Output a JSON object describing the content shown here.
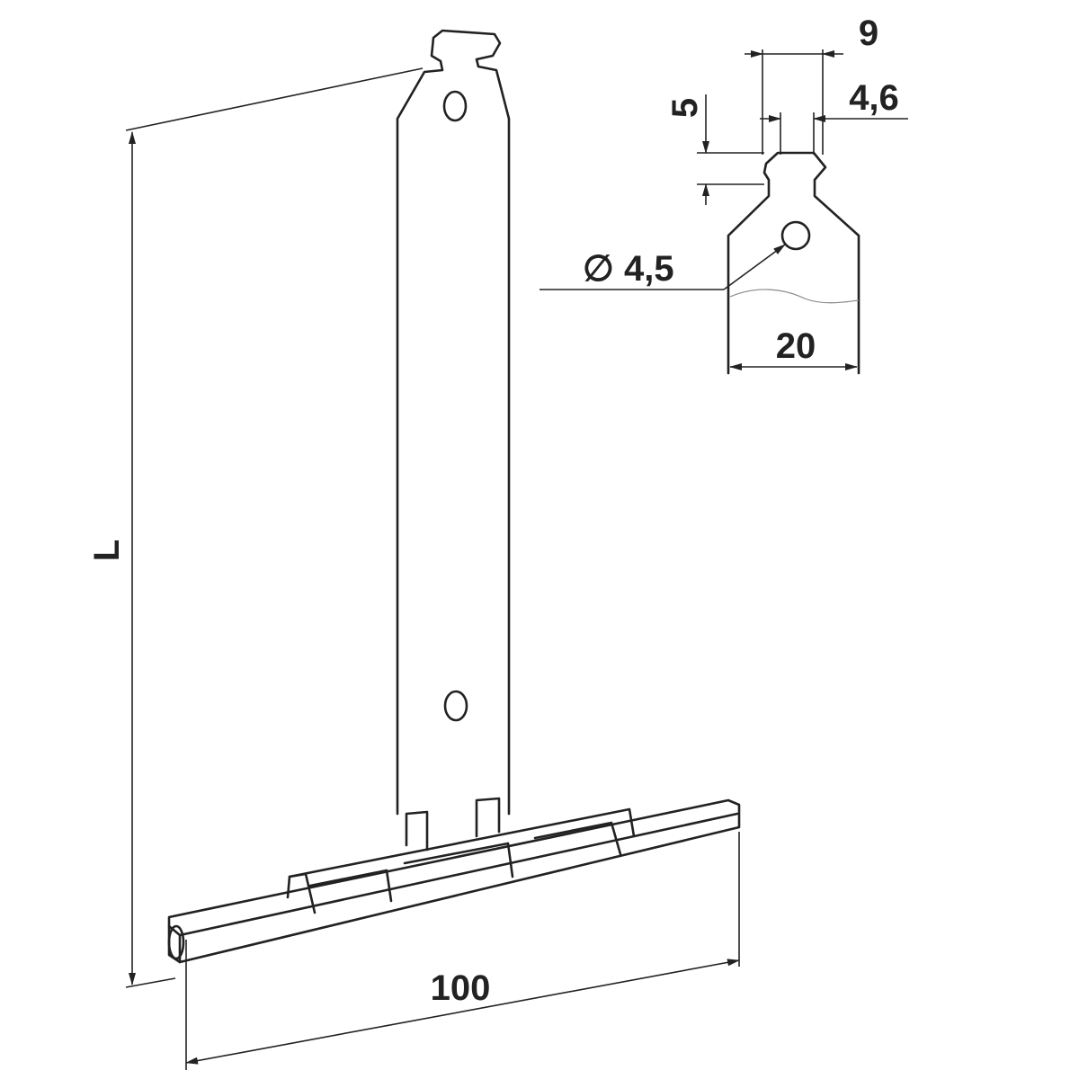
{
  "drawing": {
    "dimension_length": "L",
    "dimension_width": "100",
    "detail": {
      "slot_width": "9",
      "neck_width": "4,6",
      "tab_height": "5",
      "hole_diameter": "∅ 4,5",
      "strap_width": "20"
    }
  }
}
